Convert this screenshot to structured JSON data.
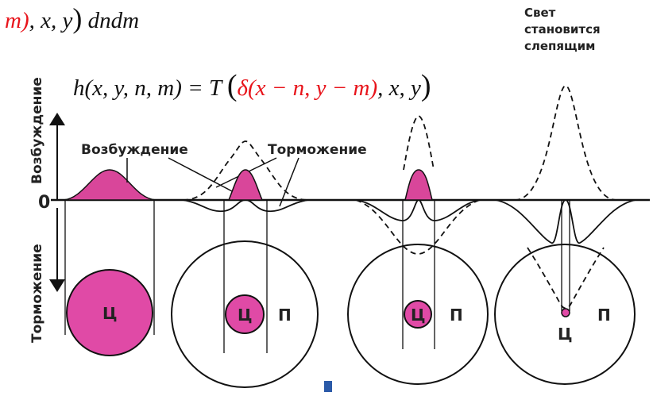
{
  "formula_top": {
    "red_part": "m)",
    "rest": ", x, y",
    "tail": "dndm"
  },
  "formula_main": {
    "lhs": "h(x, y, n, m) = T",
    "red_part": "δ(x − n, y − m)",
    "rest": ", x, y"
  },
  "light_note": [
    "Свет",
    "становится",
    "слепящим"
  ],
  "axis": {
    "up_label": "Возбуждение",
    "down_label": "Торможение",
    "zero_label": "0"
  },
  "curve_labels": {
    "excitation": "Возбуждение",
    "inhibition": "Торможение"
  },
  "fields": [
    {
      "center_label": "Ц",
      "surround_label": ""
    },
    {
      "center_label": "Ц",
      "surround_label": "П"
    },
    {
      "center_label": "Ц",
      "surround_label": "П"
    },
    {
      "center_label": "Ц",
      "surround_label": "П"
    }
  ],
  "colors": {
    "excitation_fill": "#d9469a",
    "center_fill": "#e04aa6",
    "formula_red": "#e8141b",
    "line": "#111111"
  }
}
